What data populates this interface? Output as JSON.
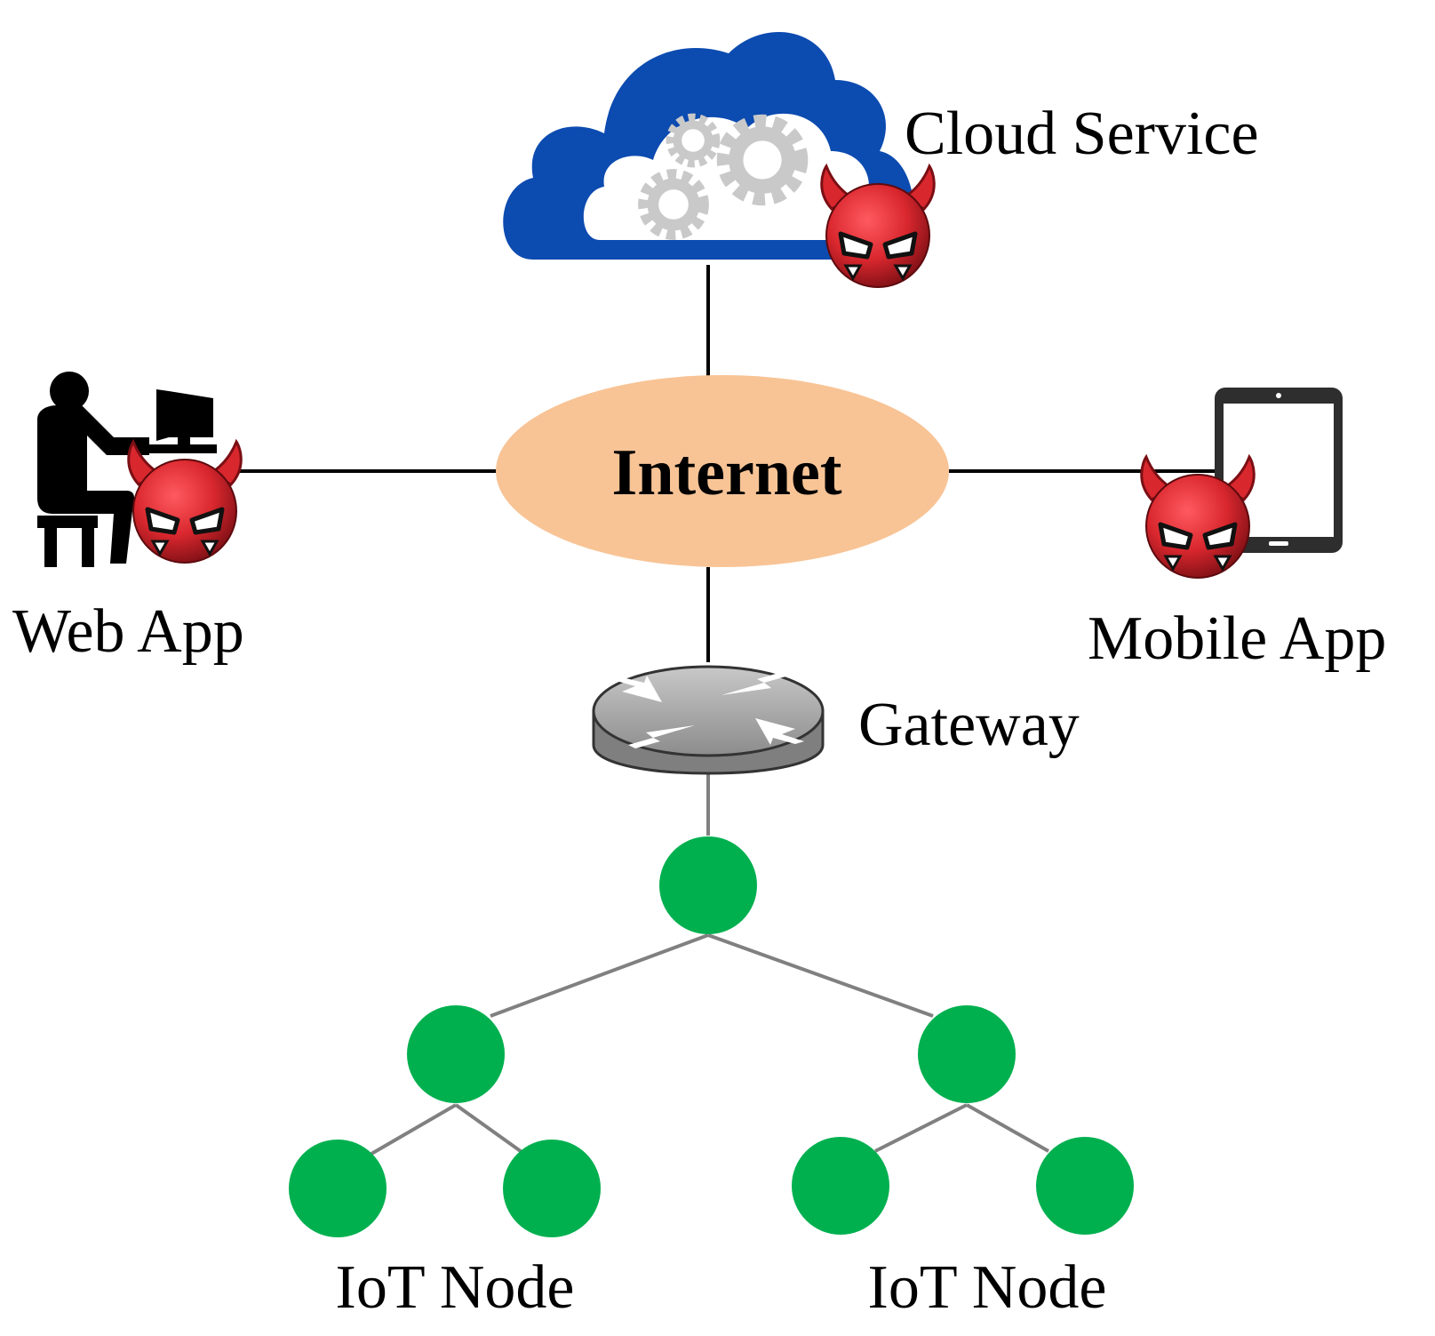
{
  "labels": {
    "cloud": "Cloud Service",
    "internet": "Internet",
    "web_app": "Web App",
    "mobile_app": "Mobile App",
    "gateway": "Gateway",
    "iot_left": "IoT Node",
    "iot_right": "IoT Node"
  },
  "icons": {
    "cloud": "cloud-gears-icon",
    "web_app": "person-at-computer-icon",
    "mobile_app": "tablet-icon",
    "gateway": "router-icon",
    "threat": "red-devil-icon"
  },
  "colors": {
    "cloud": "#0c4bb0",
    "internet": "#f8c496",
    "iot_node": "#00b04f",
    "devil": "#d9272e",
    "router": "#7f7f7f",
    "link_dark": "#000000",
    "link_gray": "#808080"
  }
}
